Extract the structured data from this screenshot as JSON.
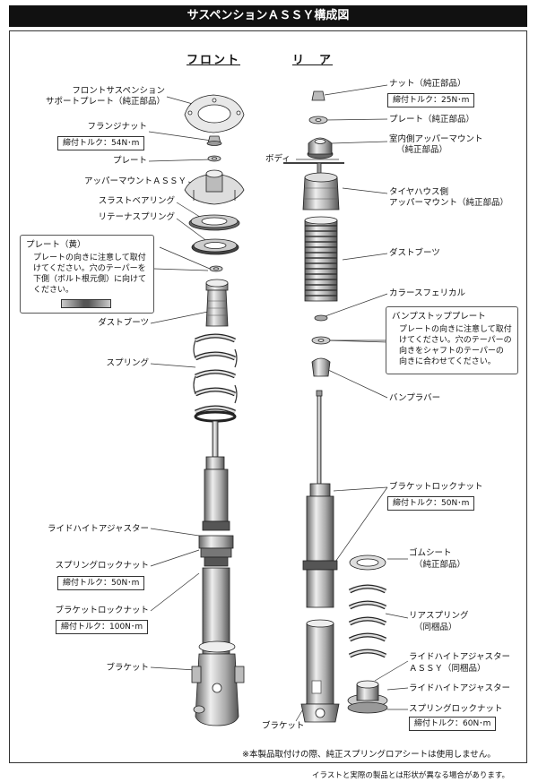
{
  "title": "サスペンションＡＳＳＹ構成図",
  "sections": {
    "front": "フロント",
    "rear": "リ　ア"
  },
  "front": {
    "labels": [
      "フロントサスペンション",
      "サポートプレート（純正部品）",
      "フランジナット",
      "プレート",
      "アッパーマウントＡＳＳＹ",
      "スラストベアリング",
      "リテーナスプリング",
      "ダストブーツ",
      "スプリング",
      "ライドハイトアジャスター",
      "スプリングロックナット",
      "ブラケットロックナット",
      "ブラケット"
    ],
    "torques": [
      "締付トルク：54N･m",
      "締付トルク：50N･m",
      "締付トルク：100N･m"
    ],
    "note": {
      "title": "プレート（黄）",
      "lines": [
        "プレートの向きに注意して取付",
        "けてください。穴のテーパーを",
        "下側（ボルト根元側）に向けて",
        "ください。"
      ]
    }
  },
  "rear": {
    "labels": [
      "ナット（純正部品）",
      "プレート（純正部品）",
      "室内側アッパーマウント",
      "（純正部品）",
      "ボディ",
      "タイヤハウス側",
      "アッパーマウント（純正部品）",
      "ダストブーツ",
      "カラースフェリカル",
      "バンプラバー",
      "ブラケットロックナット",
      "ゴムシート",
      "（純正部品）",
      "リアスプリング",
      "（同梱品）",
      "ライドハイトアジャスター",
      "ＡＳＳＹ（同梱品）",
      "ライドハイトアジャスター",
      "スプリングロックナット",
      "ブラケット"
    ],
    "torques": [
      "締付トルク：25N･m",
      "締付トルク：50N･m",
      "締付トルク：60N･m"
    ],
    "note": {
      "title": "バンプストッププレート",
      "lines": [
        "プレートの向きに注意して取付",
        "けてください。穴のテーパーの",
        "向きをシャフトのテーパーの",
        "向きに合わせてください。"
      ]
    }
  },
  "footnote1": "※本製品取付けの際、純正スプリングロアシートは使用しません。",
  "footnote2": "イラストと実際の製品とは形状が異なる場合があります。"
}
